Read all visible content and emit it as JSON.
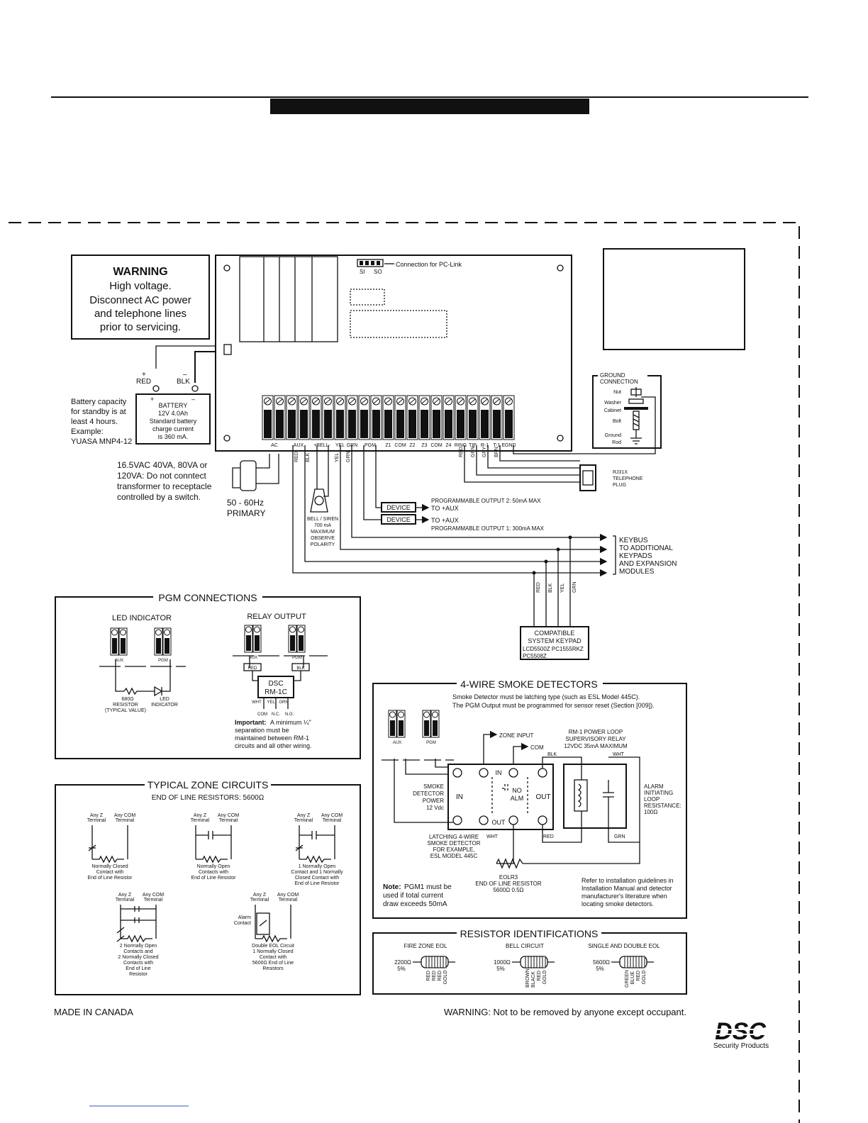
{
  "warning_box": {
    "title": "WARNING",
    "lines": [
      "High voltage.",
      "Disconnect AC power",
      "and telephone lines",
      "prior to servicing."
    ]
  },
  "pc_link": {
    "label": "Connection for PC-Link",
    "si": "SI",
    "so": "SO"
  },
  "battery": {
    "red": "RED",
    "blk": "BLK",
    "plus": "+",
    "minus": "–",
    "lines": [
      "BATTERY",
      "12V  4.0Ah",
      "Standard battery",
      "charge current",
      "is 360 mA."
    ],
    "side_note": [
      "Battery capacity",
      "for standby is at",
      "least 4 hours.",
      "Example:",
      "YUASA MNP4-12"
    ]
  },
  "terminals": {
    "labels": [
      "AC",
      "AUX",
      "+BELL-",
      "YEL",
      "GRN",
      "PGM",
      "Z1",
      "COM",
      "Z2",
      "Z3",
      "COM",
      "Z4",
      "RING",
      "TIP",
      "R-1",
      "T-1",
      "EGND"
    ]
  },
  "transformer": {
    "note": [
      "16.5VAC 40VA, 80VA or",
      "120VA: Do not conntect",
      "transformer to receptacle",
      "controlled by a switch."
    ],
    "freq": [
      "50 - 60Hz",
      "PRIMARY"
    ]
  },
  "ground": {
    "title": [
      "GROUND",
      "CONNECTION"
    ],
    "parts": [
      "Nut",
      "Washer",
      "Cabinet",
      "Bolt",
      "Ground",
      "Rod"
    ]
  },
  "wires": {
    "bus_colors": [
      "RED",
      "BLK",
      "YEL",
      "GRN"
    ],
    "phone_colors": [
      "RED",
      "GRN",
      "GRY",
      "BRN"
    ],
    "rj31x": [
      "RJ31X",
      "TELEPHONE",
      "PLUG"
    ],
    "device": "DEVICE",
    "pgm2": "PROGRAMMABLE OUTPUT 2: 50mA MAX",
    "pgm1": "PROGRAMMABLE OUTPUT 1: 300mA MAX",
    "to_aux": "TO +AUX",
    "bell": [
      "BELL / SIREN",
      "700 mA",
      "MAXIMUM",
      "OBSERVE",
      "POLARITY"
    ],
    "keybus": [
      "KEYBUS",
      "TO ADDITIONAL",
      "KEYPADS",
      "AND EXPANSION",
      "MODULES"
    ],
    "keypad": [
      "COMPATIBLE",
      "SYSTEM KEYPAD",
      "LCD5500Z  PC1555RKZ",
      "PC5508Z"
    ]
  },
  "pgm_connections": {
    "title": "PGM CONNECTIONS",
    "led_title": "LED INDICATOR",
    "relay_title": "RELAY OUTPUT",
    "aux": "AUX",
    "pgm": "PGM",
    "resistor": [
      "680Ω",
      "RESISTOR",
      "(TYPICAL VALUE)"
    ],
    "led": [
      "LED",
      "INDICATOR"
    ],
    "red": "RED",
    "blk": "BLK",
    "relay": [
      "DSC",
      "RM-1C"
    ],
    "relay_wires": [
      "WHT",
      "YEL",
      "GRN"
    ],
    "relay_contacts": [
      "COM",
      "N.C.",
      "N.O."
    ],
    "important_label": "Important:",
    "important_text": [
      "A minimum ¼\"",
      "separation must be",
      "maintained between RM-1",
      "circuits and all other wiring."
    ]
  },
  "zone_circuits": {
    "title": "TYPICAL ZONE CIRCUITS",
    "subtitle": "END OF LINE RESISTORS: 5600Ω",
    "any_z": [
      "Any Z",
      "Terminal"
    ],
    "any_com": [
      "Any COM",
      "Terminal"
    ],
    "nc": [
      "Normally Closed",
      "Contact with",
      "End of Line Resistor"
    ],
    "no": [
      "Normally Open",
      "Contacts with",
      "End of Line Resistor"
    ],
    "mixed": [
      "1 Normally Open",
      "Contact and 1 Normally",
      "Closed Contact with",
      "End of Line Resistor"
    ],
    "dual": [
      "2 Normally Open",
      "Contacts and",
      "2 Normally Closed",
      "Contacts with",
      "End of Line",
      "Resistor"
    ],
    "deol": [
      "Double EOL Circuit",
      "1 Normally Closed",
      "Contact with",
      "5600Ω End of Line",
      "Resistors"
    ],
    "alarm": [
      "Alarm",
      "Contact"
    ]
  },
  "smoke": {
    "title": "4-WIRE SMOKE DETECTORS",
    "intro": [
      "Smoke Detector must be latching type (such as ESL Model 445C).",
      "The PGM Output must be programmed for sensor reset (Section [009])."
    ],
    "zone_input": "ZONE INPUT",
    "com": "COM",
    "rm1": [
      "RM-1 POWER LOOP",
      "SUPERVISORY RELAY",
      "12VDC 35mA MAXIMUM"
    ],
    "blk": "BLK",
    "wht": "WHT",
    "red": "RED",
    "grn": "GRN",
    "in": "IN",
    "out": "OUT",
    "no": "NO",
    "alm": "ALM",
    "power": [
      "SMOKE",
      "DETECTOR",
      "POWER",
      "12 Vdc"
    ],
    "latching": [
      "LATCHING 4-WIRE",
      "SMOKE DETECTOR",
      "FOR EXAMPLE,",
      "ESL MODEL 445C"
    ],
    "alarm_loop": [
      "ALARM",
      "INITIATING",
      "LOOP",
      "RESISTANCE:",
      "100Ω"
    ],
    "eolr": [
      "EOLR3",
      "END OF LINE RESISTOR",
      "5600Ω 0.5Ω"
    ],
    "note_label": "Note:",
    "note": [
      "PGM1 must be",
      "used if total current",
      "draw exceeds 50mA"
    ],
    "refer": [
      "Refer to installation guidelines in",
      "Installation Manual and detector",
      "manufacturer's literature when",
      "locating smoke detectors."
    ]
  },
  "resistors": {
    "title": "RESISTOR IDENTIFICATIONS",
    "items": [
      {
        "heading": "FIRE ZONE EOL",
        "value": "2200Ω",
        "tol": "5%",
        "bands": [
          "RED",
          "RED",
          "RED",
          "GOLD"
        ]
      },
      {
        "heading": "BELL CIRCUIT",
        "value": "1000Ω",
        "tol": "5%",
        "bands": [
          "BROWN",
          "BLACK",
          "RED",
          "GOLD"
        ]
      },
      {
        "heading": "SINGLE AND DOUBLE EOL",
        "value": "5600Ω",
        "tol": "5%",
        "bands": [
          "GREEN",
          "BLUE",
          "RED",
          "GOLD"
        ]
      }
    ]
  },
  "footer": {
    "made_in": "MADE IN CANADA",
    "warning": "WARNING: Not to be removed by anyone except occupant.",
    "logo": "DSC",
    "logo_sub": "Security Products"
  }
}
